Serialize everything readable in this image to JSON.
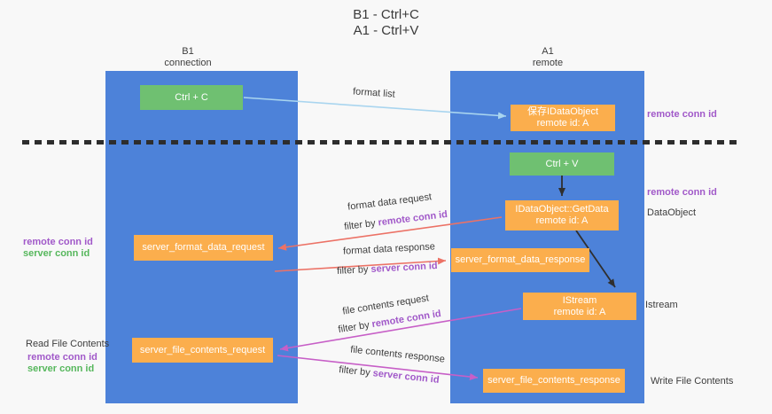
{
  "title": {
    "line1": "B1 - Ctrl+C",
    "line2": "A1 - Ctrl+V"
  },
  "lifelines": {
    "left": {
      "name": "B1",
      "role": "connection"
    },
    "right": {
      "name": "A1",
      "role": "remote"
    }
  },
  "nodes": {
    "ctrl_c": {
      "label": "Ctrl + C"
    },
    "ctrl_v": {
      "label": "Ctrl + V"
    },
    "save_dataobject": {
      "line1": "保存IDataObject",
      "line2": "remote id: A"
    },
    "getdata": {
      "line1": "IDataObject::GetData",
      "line2": "remote id: A"
    },
    "istream": {
      "line1": "IStream",
      "line2": "remote id: A"
    },
    "server_format_data_request": {
      "label": "server_format_data_request"
    },
    "server_format_data_response": {
      "label": "server_format_data_response"
    },
    "server_file_contents_request": {
      "label": "server_file_contents_request"
    },
    "server_file_contents_response": {
      "label": "server_file_contents_response"
    }
  },
  "edge_labels": {
    "format_list": "format list",
    "format_data_request": "format data request",
    "format_data_response": "format data response",
    "file_contents_request": "file contents request",
    "file_contents_response": "file contents response",
    "filter_by": "filter by ",
    "remote_conn_id": "remote conn id",
    "server_conn_id": "server conn id"
  },
  "side_labels": {
    "remote_conn_id": "remote conn id",
    "server_conn_id": "server conn id",
    "dataobject": "DataObject",
    "istream": "Istream",
    "read_file_contents": "Read File Contents",
    "write_file_contents": "Write File Contents"
  },
  "colors": {
    "lifeline_blue": "#4d82d9",
    "node_orange": "#fbae4d",
    "node_green": "#6fc071",
    "arrow_light_blue": "#a9d5ef",
    "arrow_salmon": "#ec7266",
    "arrow_magenta": "#c75fc7",
    "arrow_black": "#2f2f2f",
    "text_purple": "#a159c9",
    "text_green": "#56b75c",
    "text_dark": "#3d3d3d",
    "background": "#f8f8f8"
  }
}
